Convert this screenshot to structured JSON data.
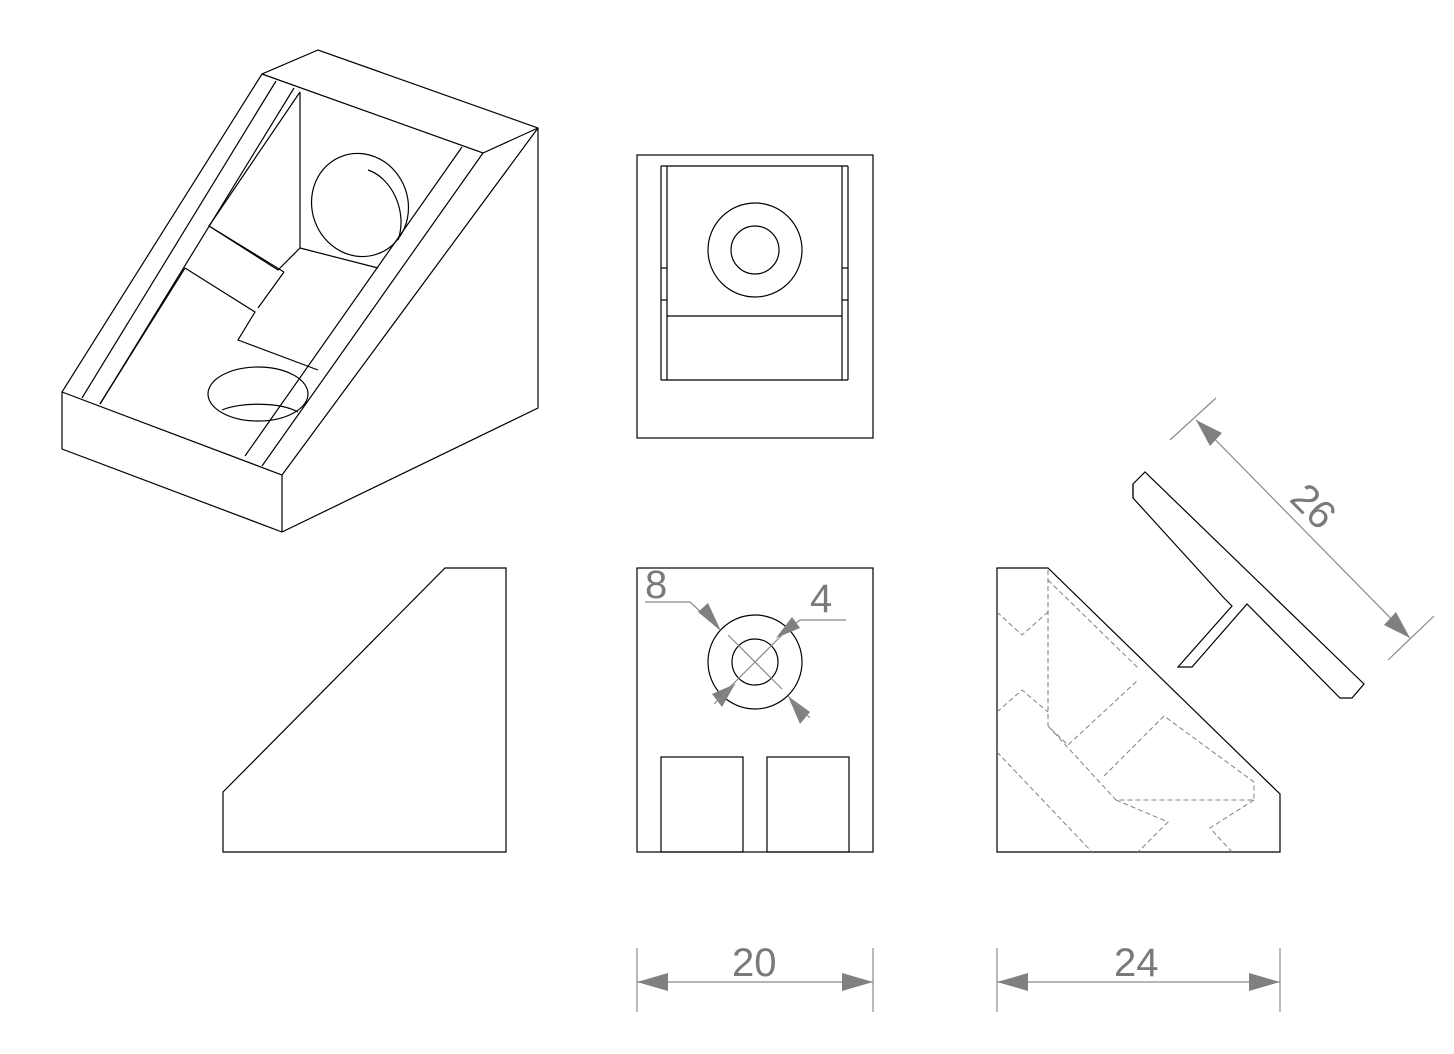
{
  "dimensions": {
    "width": "20",
    "depth": "24",
    "profile_length": "26",
    "outer_diameter": "8",
    "hole_diameter": "4"
  },
  "colors": {
    "line": "#000000",
    "dimension": "#808080",
    "hidden": "#808080",
    "background": "#ffffff"
  }
}
